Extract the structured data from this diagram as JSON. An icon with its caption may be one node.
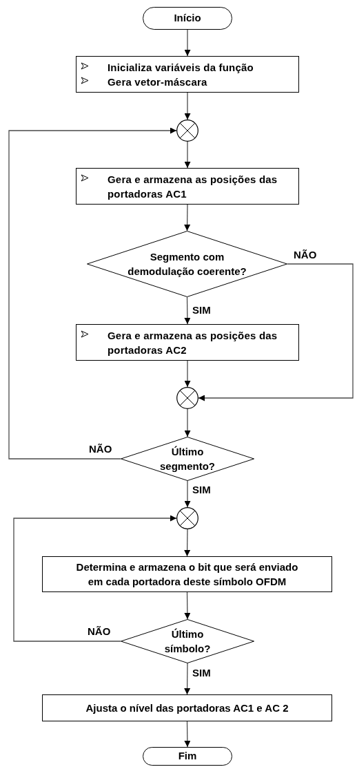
{
  "diagram": {
    "nodes": [
      {
        "text": [
          "Início"
        ]
      },
      {
        "text": [
          "Inicializa variáveis da função",
          "Gera vetor-máscara"
        ]
      },
      {
        "text": [],
        "shape": "circle"
      },
      {
        "text": [
          "Gera e armazena as posições das portadoras AC1"
        ]
      },
      {
        "text": [
          "Segmento com demodulação coerente?"
        ]
      },
      {
        "text": [
          "Gera e armazena as posições das portadoras AC2"
        ]
      },
      {
        "text": [],
        "shape": "circle"
      },
      {
        "text": [
          "Último segmento?"
        ]
      },
      {
        "text": [],
        "shape": "circle"
      },
      {
        "text": [
          "Determina e armazena o bit que será enviado em cada portadora deste símbolo OFDM"
        ]
      },
      {
        "text": [
          "Último símbolo?"
        ]
      },
      {
        "text": [
          "Ajusta o nível das portadoras AC1 e AC 2"
        ]
      },
      {
        "text": [
          "Fim"
        ]
      }
    ],
    "edges": [
      {
        "from": 0,
        "to": 1,
        "arrow": "to"
      },
      {
        "from": 1,
        "to": 2,
        "arrow": "to"
      },
      {
        "from": 2,
        "to": 3,
        "arrow": "to"
      },
      {
        "from": 3,
        "to": 4,
        "arrow": "to"
      },
      {
        "from": 4,
        "to": 5,
        "arrow": "to",
        "label": "SIM"
      },
      {
        "from": 4,
        "to": 6,
        "arrow": "to",
        "label": "NÃO"
      },
      {
        "from": 5,
        "to": 6,
        "arrow": "to"
      },
      {
        "from": 6,
        "to": 7,
        "arrow": "to"
      },
      {
        "from": 7,
        "to": 2,
        "arrow": "to",
        "label": "NÃO"
      },
      {
        "from": 7,
        "to": 8,
        "arrow": "to",
        "label": "SIM"
      },
      {
        "from": 8,
        "to": 9,
        "arrow": "to"
      },
      {
        "from": 9,
        "to": 10,
        "arrow": "to"
      },
      {
        "from": 10,
        "to": 8,
        "arrow": "to",
        "label": "NÃO"
      },
      {
        "from": 10,
        "to": 11,
        "arrow": "to",
        "label": "SIM"
      },
      {
        "from": 11,
        "to": 12,
        "arrow": "to"
      }
    ]
  }
}
